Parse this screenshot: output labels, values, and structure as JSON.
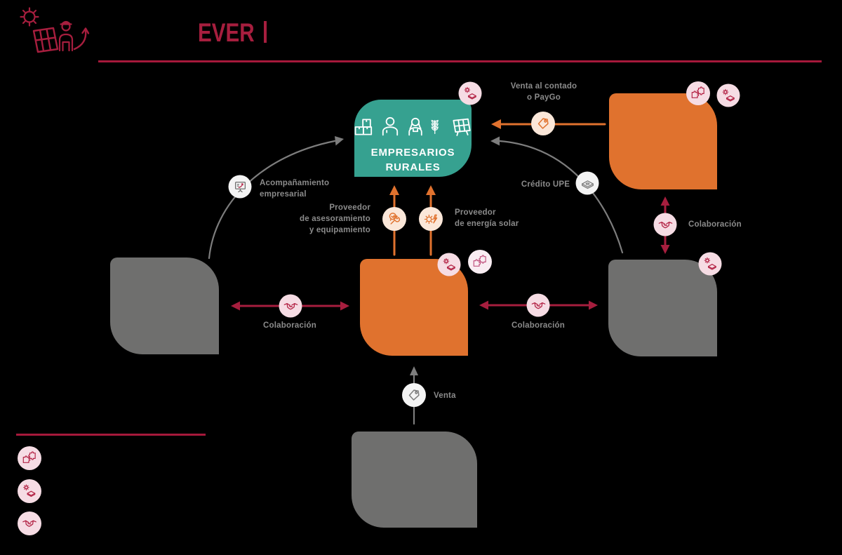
{
  "header": {
    "brand": "EVER",
    "logo_icons": [
      "sun-icon",
      "solar-panel-icon",
      "farmer-icon",
      "growth-arrow-icon"
    ]
  },
  "colors": {
    "crimson": "#a61e3e",
    "teal": "#36a190",
    "orange": "#e0722e",
    "gray_node": "#6f6f6e",
    "label_gray": "#8b8b8b",
    "pink_badge_bg": "#f6dce4",
    "peach_badge_bg": "#fbe7d9",
    "white_badge_bg": "#f4f4f4"
  },
  "center_node": {
    "line1": "EMPRESARIOS",
    "line2": "RURALES",
    "icons": [
      "boxes-icon",
      "man-icon",
      "woman-farmer-icon",
      "wheat-icon",
      "solar-panel-icon"
    ]
  },
  "edges": {
    "venta_contado": {
      "line1": "Venta al contado",
      "line2": "o PayGo",
      "icon": "price-tag-icon"
    },
    "credito_upe": {
      "label": "Crédito UPE",
      "icon": "money-bills-icon"
    },
    "acompanamiento": {
      "line1": "Acompañamiento",
      "line2": "empresarial",
      "icon": "presentation-icon"
    },
    "proveedor_asesoramiento": {
      "line1": "Proveedor",
      "line2": "de asesoramiento",
      "line3": "y equipamiento",
      "icon": "wrench-check-icon"
    },
    "proveedor_energia": {
      "line1": "Proveedor",
      "line2": "de energía solar",
      "icon": "sun-energy-icon"
    },
    "colaboracion_left": {
      "label": "Colaboración",
      "icon": "handshake-icon"
    },
    "colaboracion_right": {
      "label": "Colaboración",
      "icon": "handshake-icon"
    },
    "colaboracion_vertical": {
      "label": "Colaboración",
      "icon": "handshake-icon"
    },
    "venta": {
      "label": "Venta",
      "icon": "price-tag-icon"
    }
  },
  "node_badges": {
    "teal_center": [
      "gear-money-icon"
    ],
    "orange_center": [
      "gear-money-icon",
      "puzzle-icon"
    ],
    "orange_top_right": [
      "puzzle-icon",
      "gear-money-icon"
    ],
    "gray_right": [
      "gear-money-icon"
    ]
  },
  "legend": {
    "items": [
      "puzzle-icon",
      "gear-money-icon",
      "handshake-icon"
    ]
  }
}
